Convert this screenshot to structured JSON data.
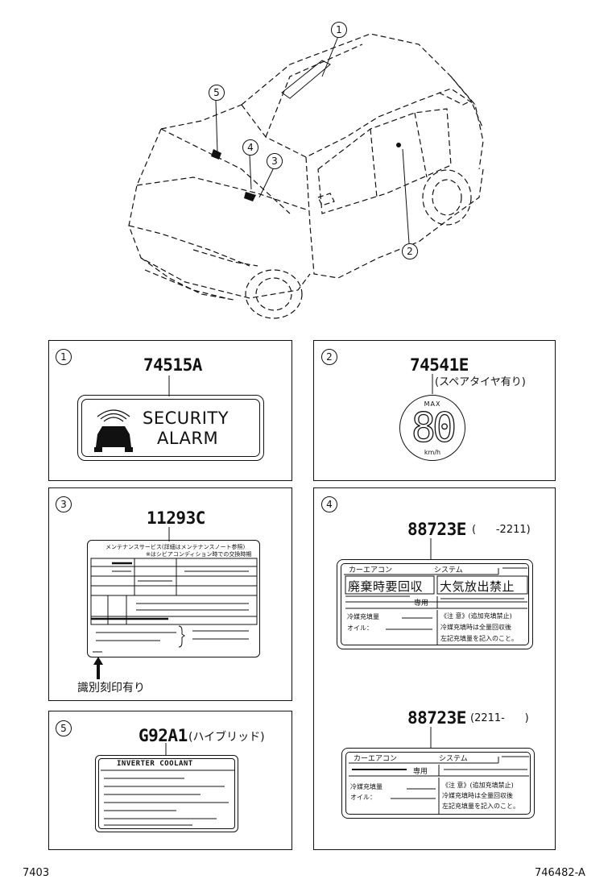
{
  "callouts": [
    "1",
    "2",
    "3",
    "4",
    "5"
  ],
  "panel1": {
    "num": "1",
    "part_no": "74515A",
    "label_line1": "SECURITY",
    "label_line2": "ALARM"
  },
  "panel2": {
    "num": "2",
    "part_no": "74541E",
    "note": "(スペアタイヤ有り)",
    "speed_max": "MAX",
    "speed_value": "80",
    "speed_unit": "km/h"
  },
  "panel3": {
    "num": "3",
    "part_no": "11293C",
    "label_header1": "メンテナンスサービス(詳細はメンテナンスノート参照)",
    "label_header2": "※はシビアコンディション時での交換時期",
    "arrow_note": "識別刻印有り"
  },
  "panel4": {
    "num": "4",
    "variant_a": {
      "part_no": "88723E",
      "note": "(      -2211)",
      "tab1": "カーエアコン",
      "tab2": "システム",
      "big1": "廃棄時要回収",
      "big2": "大気放出禁止",
      "dedicated": "専用",
      "refrigerant": "冷媒充填量",
      "oil": "オイル：",
      "caution1": "《注 意》(追加充填禁止)",
      "caution2": "冷媒充填時は全量回収後",
      "caution3": "左記充填量を記入のこと。"
    },
    "variant_b": {
      "part_no": "88723E",
      "note": "(2211-      )",
      "tab1": "カーエアコン",
      "tab2": "システム",
      "dedicated": "専用",
      "refrigerant": "冷媒充填量",
      "oil": "オイル：",
      "caution1": "《注 意》(追加充填禁止)",
      "caution2": "冷媒充填時は全量回収後",
      "caution3": "左記充填量を記入のこと。"
    }
  },
  "panel5": {
    "num": "5",
    "part_no": "G92A1",
    "note": "(ハイブリッド)",
    "label_title": "INVERTER COOLANT"
  },
  "footer": {
    "left": "7403",
    "right": "746482-A"
  }
}
